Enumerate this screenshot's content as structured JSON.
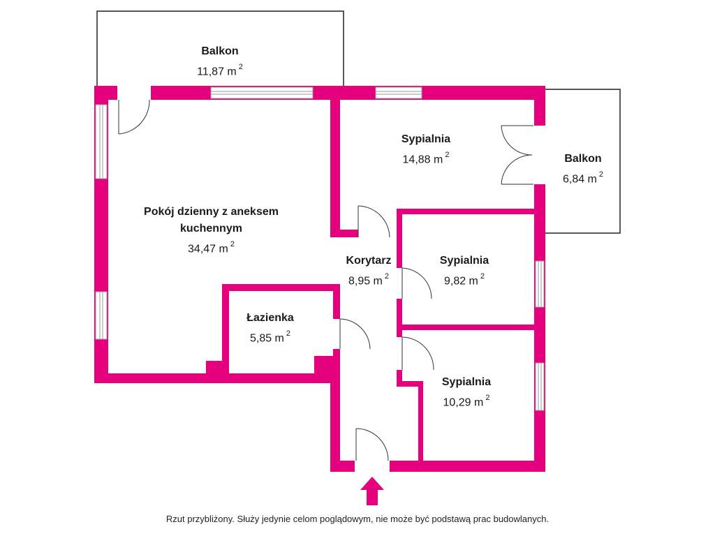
{
  "rooms": [
    {
      "id": "balkon-top",
      "name": "Balkon",
      "area": "11,87 m",
      "unit_sup": "2"
    },
    {
      "id": "living",
      "name": "Pokój dzienny z aneksem kuchennym",
      "area": "34,47 m",
      "unit_sup": "2"
    },
    {
      "id": "bedroom-1",
      "name": "Sypialnia",
      "area": "14,88 m",
      "unit_sup": "2"
    },
    {
      "id": "balkon-right",
      "name": "Balkon",
      "area": "6,84 m",
      "unit_sup": "2"
    },
    {
      "id": "corridor",
      "name": "Korytarz",
      "area": "8,95 m",
      "unit_sup": "2"
    },
    {
      "id": "bedroom-2",
      "name": "Sypialnia",
      "area": "9,82 m",
      "unit_sup": "2"
    },
    {
      "id": "bathroom",
      "name": "Łazienka",
      "area": "5,85 m",
      "unit_sup": "2"
    },
    {
      "id": "bedroom-3",
      "name": "Sypialnia",
      "area": "10,29 m",
      "unit_sup": "2"
    }
  ],
  "disclaimer": "Rzut przybliżony. Służy jedynie celom poglądowym, nie może być podstawą prac budowlanych.",
  "colors": {
    "wall": "#e5007e",
    "outline": "#222222",
    "window": "#ffffff"
  }
}
